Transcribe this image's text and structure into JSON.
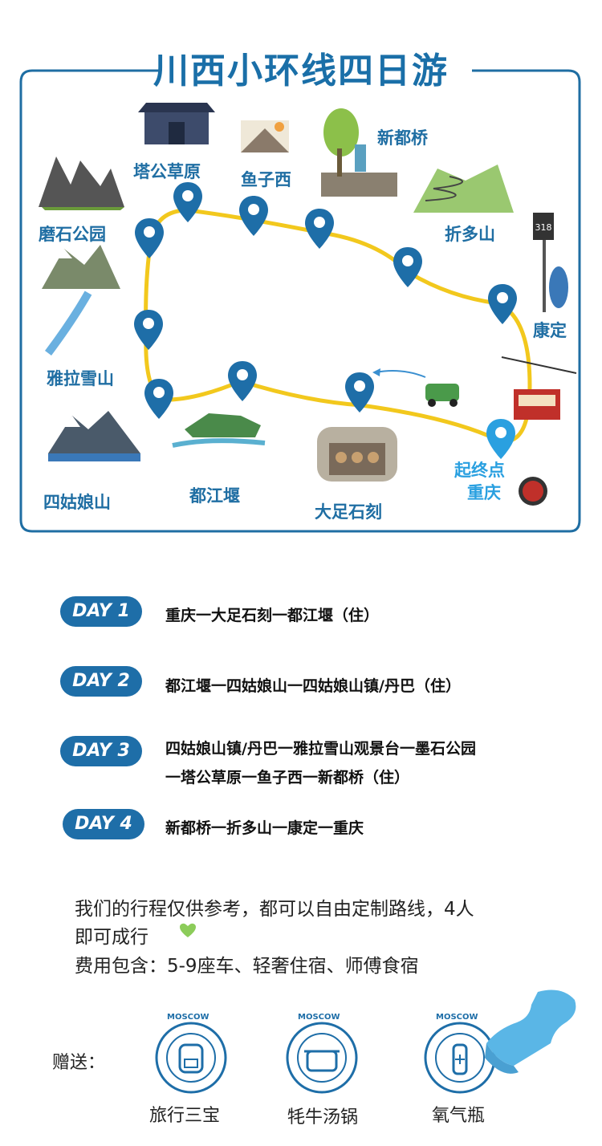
{
  "title": "川西小环线四日游",
  "colors": {
    "brand_blue": "#1f6ea3",
    "route_yellow": "#f2c81d",
    "pin_blue": "#1e6ea8",
    "start_pin": "#2aa0e0"
  },
  "places": {
    "mosi": "磨石公园",
    "tagong": "塔公草原",
    "yuzixi": "鱼子西",
    "xindu": "新都桥",
    "zheduo": "折多山",
    "yala": "雅拉雪山",
    "kangding": "康定",
    "siguniang": "四姑娘山",
    "dujiang": "都江堰",
    "dazu": "大足石刻",
    "start_line1": "起终点",
    "start_line2": "重庆",
    "sign_number": "318"
  },
  "days": [
    {
      "badge": "DAY 1",
      "text": "重庆一大足石刻一都江堰（住）"
    },
    {
      "badge": "DAY 2",
      "text": "都江堰一四姑娘山一四姑娘山镇/丹巴（住）"
    },
    {
      "badge": "DAY 3",
      "text_line1": "四姑娘山镇/丹巴一雅拉雪山观景台一墨石公园",
      "text_line2": "一塔公草原一鱼子西一新都桥（住）"
    },
    {
      "badge": "DAY 4",
      "text": "新都桥一折多山一康定一重庆"
    }
  ],
  "notes": {
    "line1": "我们的行程仅供参考，都可以自由定制路线，4人",
    "line2": "即可成行",
    "line3": "费用包含：5-9座车、轻奢住宿、师傅食宿"
  },
  "gifts": {
    "label": "赠送：",
    "stamp_text": "MOSCOW",
    "items": [
      {
        "name": "旅行三宝",
        "icon": "backpack-icon"
      },
      {
        "name": "牦牛汤锅",
        "icon": "pot-icon"
      },
      {
        "name": "氧气瓶",
        "icon": "oxygen-bottle-icon"
      }
    ]
  }
}
